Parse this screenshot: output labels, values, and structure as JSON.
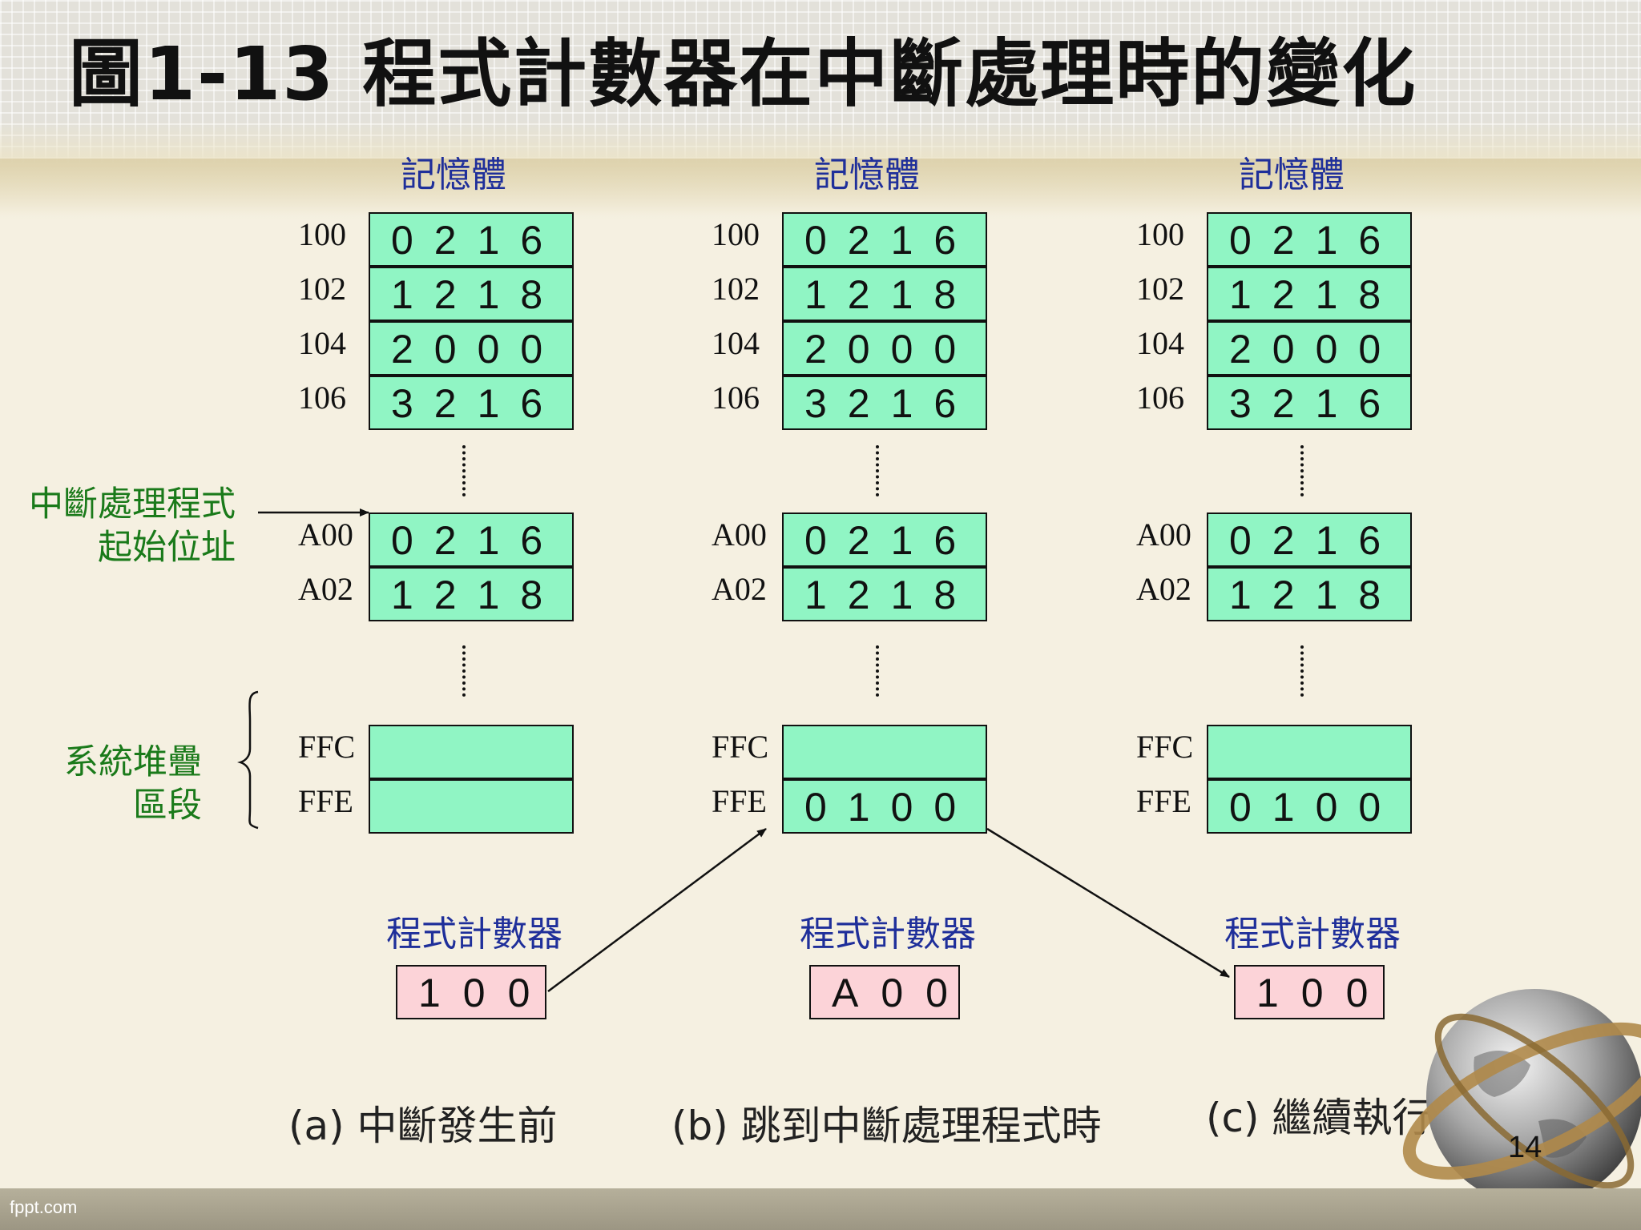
{
  "title": "圖1-13 程式計數器在中斷處理時的變化",
  "columns": [
    {
      "memory_label": "記憶體",
      "rows": [
        {
          "addr": "100",
          "value": "0216"
        },
        {
          "addr": "102",
          "value": "1218"
        },
        {
          "addr": "104",
          "value": "2000"
        },
        {
          "addr": "106",
          "value": "3216"
        },
        {
          "addr": "A00",
          "value": "0216"
        },
        {
          "addr": "A02",
          "value": "1218"
        },
        {
          "addr": "FFC",
          "value": ""
        },
        {
          "addr": "FFE",
          "value": ""
        }
      ],
      "pc_label": "程式計數器",
      "pc_value": "100",
      "caption": "(a) 中斷發生前"
    },
    {
      "memory_label": "記憶體",
      "rows": [
        {
          "addr": "100",
          "value": "0216"
        },
        {
          "addr": "102",
          "value": "1218"
        },
        {
          "addr": "104",
          "value": "2000"
        },
        {
          "addr": "106",
          "value": "3216"
        },
        {
          "addr": "A00",
          "value": "0216"
        },
        {
          "addr": "A02",
          "value": "1218"
        },
        {
          "addr": "FFC",
          "value": ""
        },
        {
          "addr": "FFE",
          "value": "0100"
        }
      ],
      "pc_label": "程式計數器",
      "pc_value": "A00",
      "caption": "(b) 跳到中斷處理程式時"
    },
    {
      "memory_label": "記憶體",
      "rows": [
        {
          "addr": "100",
          "value": "0216"
        },
        {
          "addr": "102",
          "value": "1218"
        },
        {
          "addr": "104",
          "value": "2000"
        },
        {
          "addr": "106",
          "value": "3216"
        },
        {
          "addr": "A00",
          "value": "0216"
        },
        {
          "addr": "A02",
          "value": "1218"
        },
        {
          "addr": "FFC",
          "value": ""
        },
        {
          "addr": "FFE",
          "value": "0100"
        }
      ],
      "pc_label": "程式計數器",
      "pc_value": "100",
      "caption": "(c) 繼續執行"
    }
  ],
  "side_labels": {
    "interrupt_line1": "中斷處理程式",
    "interrupt_line2": "起始位址",
    "stack_line1": "系統堆疊",
    "stack_line2": "區段"
  },
  "page_number": "14",
  "footer_text": "fppt.com",
  "colors": {
    "memory_cell": "#90f5c4",
    "pc_cell": "#fcd3d8",
    "blue_label": "#1f2f9a",
    "green_label": "#1a7a1a"
  }
}
